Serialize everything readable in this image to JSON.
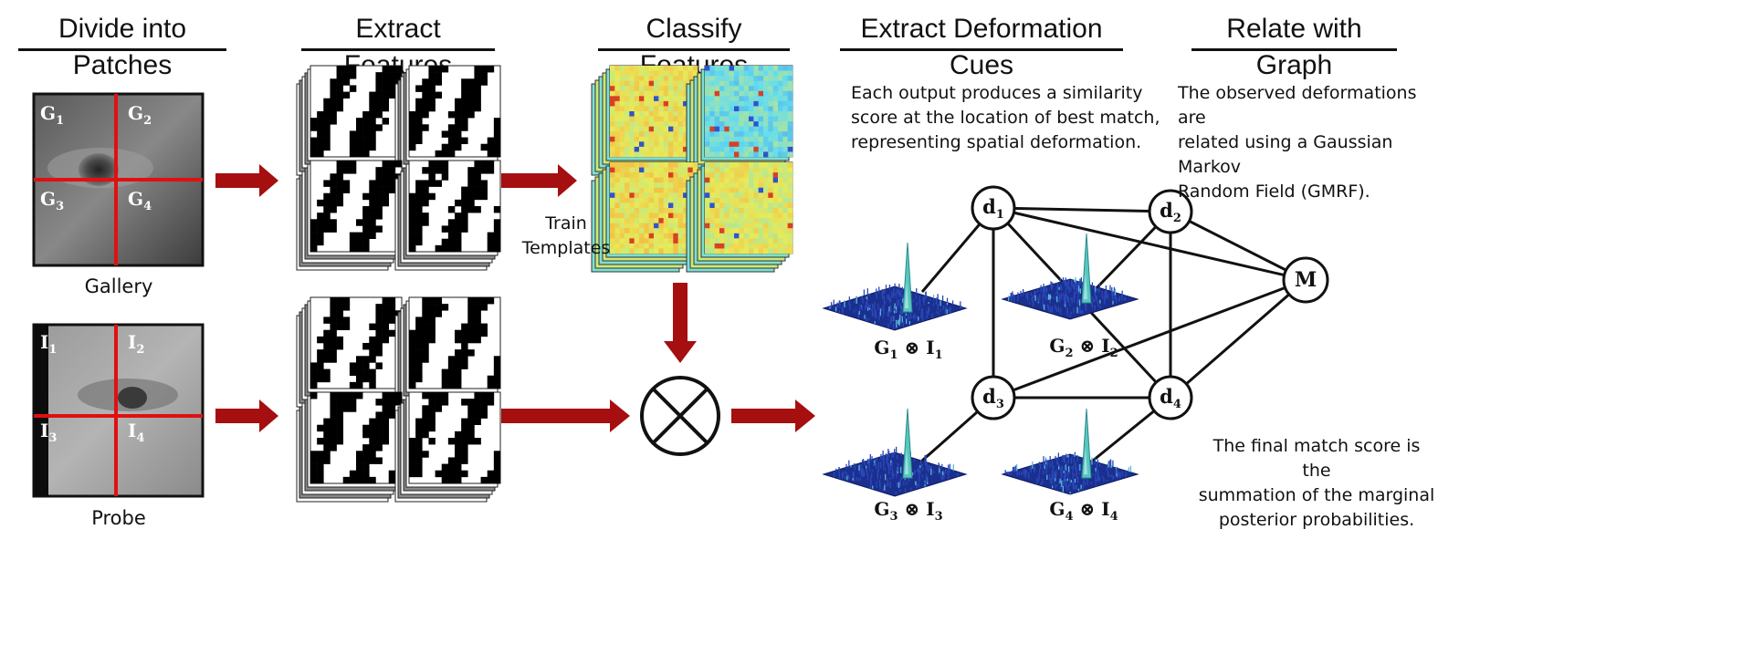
{
  "stages": [
    {
      "title": "Divide into Patches"
    },
    {
      "title": "Extract Features"
    },
    {
      "title": "Classify Features"
    },
    {
      "title": "Extract Deformation Cues"
    },
    {
      "title": "Relate with Graph"
    }
  ],
  "images": {
    "gallery": {
      "label": "Gallery",
      "patches": [
        "G",
        "G",
        "G",
        "G"
      ],
      "subscripts": [
        "1",
        "2",
        "3",
        "4"
      ]
    },
    "probe": {
      "label": "Probe",
      "patches": [
        "I",
        "I",
        "I",
        "I"
      ],
      "subscripts": [
        "1",
        "2",
        "3",
        "4"
      ]
    }
  },
  "train_label_line1": "Train",
  "train_label_line2": "Templates",
  "captions": {
    "similarity": [
      "Each output produces a similarity",
      "score at the location of best match,",
      "representing spatial deformation."
    ],
    "gmrf": [
      "The observed deformations are",
      "related using a Gaussian Markov",
      "Random Field (GMRF)."
    ],
    "final": [
      "The final match score is the",
      "summation of the marginal",
      "posterior probabilities."
    ]
  },
  "surfaces": [
    {
      "a": "G",
      "asub": "1",
      "op": "⊗",
      "b": "I",
      "bsub": "1"
    },
    {
      "a": "G",
      "asub": "2",
      "op": "⊗",
      "b": "I",
      "bsub": "2"
    },
    {
      "a": "G",
      "asub": "3",
      "op": "⊗",
      "b": "I",
      "bsub": "3"
    },
    {
      "a": "G",
      "asub": "4",
      "op": "⊗",
      "b": "I",
      "bsub": "4"
    }
  ],
  "graph_nodes": [
    {
      "letter": "d",
      "sub": "1"
    },
    {
      "letter": "d",
      "sub": "2"
    },
    {
      "letter": "d",
      "sub": "3"
    },
    {
      "letter": "d",
      "sub": "4"
    },
    {
      "letter": "M",
      "sub": ""
    }
  ],
  "colors": {
    "arrow": "#a50f0f",
    "crosshair": "#e01010",
    "surface": "#1b2f8f",
    "peak": "#57c7c0"
  }
}
